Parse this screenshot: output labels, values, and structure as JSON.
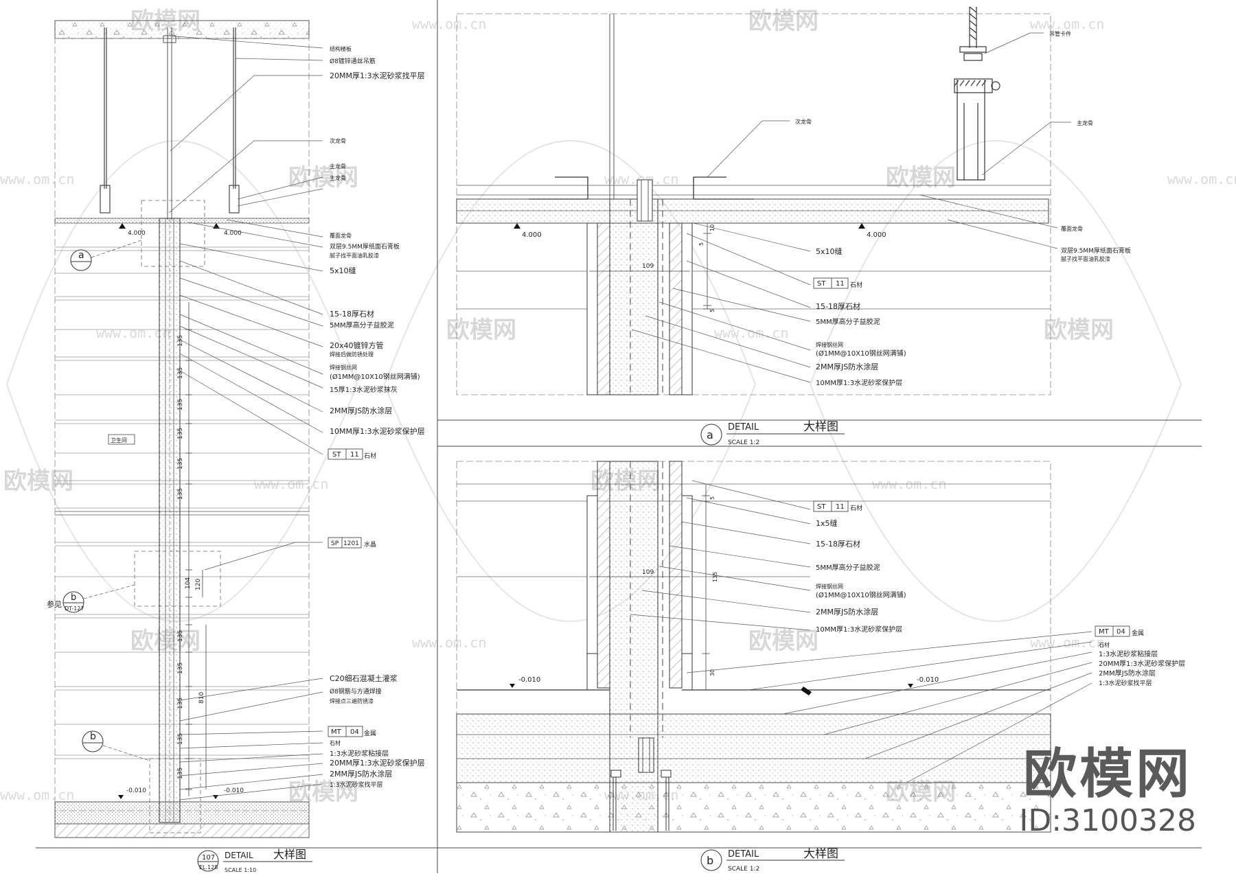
{
  "watermark": {
    "brand": "欧模网",
    "url": "www.om.cn"
  },
  "brand_block": {
    "name": "欧模网",
    "id_text": "ID:3100328"
  },
  "left": {
    "elev_top_left": "4.000",
    "elev_top_right": "4.000",
    "elev_bottom_left": "-0.010",
    "elev_bottom_right": "-0.010",
    "callout_a": "a",
    "callout_b_top": "b",
    "callout_b_sheet": "DT-127",
    "callout_b_bottom": "b",
    "ref_text": "参见",
    "room_tag": "卫生间",
    "labels": {
      "l1": "结构楼板",
      "l2": "Ø8镀锌通丝吊筋",
      "l3": "20MM厚1:3水泥砂浆找平层",
      "l4": "次龙骨",
      "l5": "主龙骨",
      "l6": "覆面龙骨",
      "l7a": "双层9.5MM厚纸面石膏板",
      "l7b": "腻子找平面油乳胶漆",
      "l8": "5x10缝",
      "l9": "15-18厚石材",
      "l10": "5MM厚高分子益胶泥",
      "l11a": "20x40镀锌方管",
      "l11b": "焊接后做防锈处理",
      "l12a": "焊接钢丝网",
      "l12b": "(Ø1MM@10X10钢丝网满铺)",
      "l13": "15厚1:3水泥砂浆抹灰",
      "l14": "2MM厚JS防水涂层",
      "l15": "10MM厚1:3水泥砂浆保护层",
      "st_code": "ST",
      "st_num": "11",
      "st_text": "石材",
      "sp_code": "SP",
      "sp_num": "1201",
      "sp_text": "水晶",
      "l16": "C20细石混凝土灌浆",
      "l17a": "Ø8钢筋与方通焊接",
      "l17b": "焊接点三遍防锈漆",
      "mt_code": "MT",
      "mt_num": "04",
      "mt_text": "金属",
      "l18": "石材",
      "l19": "1:3水泥砂浆粘接层",
      "l20": "20MM厚1:3水泥砂浆保护层",
      "l21": "2MM厚JS防水涂层",
      "l22": "1:3水泥砂浆找平层"
    },
    "dims": [
      "135",
      "135",
      "135",
      "135",
      "135",
      "135",
      "104",
      "120",
      "135",
      "135",
      "135",
      "135",
      "135",
      "810"
    ],
    "title": {
      "num": "107",
      "sheet": "EL.128",
      "detail": "DETAIL",
      "cn": "大样图",
      "scale": "SCALE  1:10"
    }
  },
  "a": {
    "elev_left": "4.000",
    "elev_right": "4.000",
    "dim_109": "109",
    "dim_10": "10",
    "dim_5a": "5",
    "dim_5b": "5",
    "labels": {
      "t1": "次龙骨",
      "t2": "吊管卡件",
      "t3": "主龙骨",
      "t4": "覆面龙骨",
      "t5a": "双层9.5MM厚纸面石膏板",
      "t5b": "腻子找平面油乳胶漆",
      "t6": "5x10缝",
      "st_code": "ST",
      "st_num": "11",
      "st_text": "石材",
      "t7": "15-18厚石材",
      "t8": "5MM厚高分子益胶泥",
      "t9a": "焊接钢丝网",
      "t9b": "(Ø1MM@10X10钢丝网满铺)",
      "t10": "2MM厚JS防水涂层",
      "t11": "10MM厚1:3水泥砂浆保护层"
    },
    "title": {
      "letter": "a",
      "detail": "DETAIL",
      "cn": "大样图",
      "scale": "SCALE   1:2"
    }
  },
  "b": {
    "elev_left": "-0.010",
    "elev_right": "-0.010",
    "dim_109": "109",
    "dim_135": "135",
    "dim_5": "5",
    "dim_30": "30",
    "labels": {
      "st_code": "ST",
      "st_num": "11",
      "st_text": "石材",
      "u1": "1x5缝",
      "u2": "15-18厚石材",
      "u3": "5MM厚高分子益胶泥",
      "u4a": "焊接钢丝网",
      "u4b": "(Ø1MM@10X10钢丝网满铺)",
      "u5": "2MM厚JS防水涂层",
      "u6": "10MM厚1:3水泥砂浆保护层",
      "mt_code": "MT",
      "mt_num": "04",
      "mt_text": "金属",
      "u7": "石材",
      "u8": "1:3水泥砂浆粘接层",
      "u9": "20MM厚1:3水泥砂浆保护层",
      "u10": "2MM厚JS防水涂层",
      "u11": "1:3水泥砂浆找平层"
    },
    "title": {
      "letter": "b",
      "detail": "DETAIL",
      "cn": "大样图",
      "scale": "SCALE   1:2"
    }
  }
}
